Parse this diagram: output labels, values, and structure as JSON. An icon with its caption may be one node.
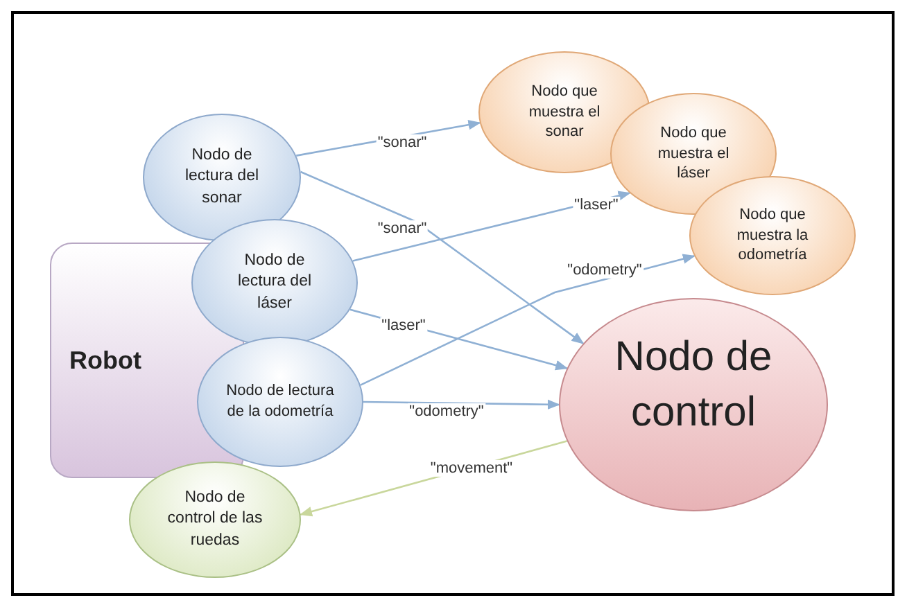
{
  "diagram": {
    "nodes": [
      {
        "text": [
          "Robot"
        ]
      },
      {
        "text": [
          "Nodo de lectura del sonar"
        ]
      },
      {
        "text": [
          "Nodo de lectura del láser"
        ]
      },
      {
        "text": [
          "Nodo de lectura de la odometría"
        ]
      },
      {
        "text": [
          "Nodo de control de las ruedas"
        ]
      },
      {
        "text": [
          "Nodo que muestra el sonar"
        ]
      },
      {
        "text": [
          "Nodo que muestra el láser"
        ]
      },
      {
        "text": [
          "Nodo que muestra la odometría"
        ]
      },
      {
        "text": [
          "Nodo de control"
        ]
      }
    ],
    "edges": [
      {
        "from": 1,
        "to": 5,
        "arrow": "to",
        "label": "\"sonar\""
      },
      {
        "from": 1,
        "to": 8,
        "arrow": "to",
        "label": "\"sonar\""
      },
      {
        "from": 2,
        "to": 6,
        "arrow": "to",
        "label": "\"laser\""
      },
      {
        "from": 2,
        "to": 8,
        "arrow": "to",
        "label": "\"laser\""
      },
      {
        "from": 3,
        "to": 7,
        "arrow": "to",
        "label": "\"odometry\""
      },
      {
        "from": 3,
        "to": 8,
        "arrow": "to",
        "label": "\"odometry\""
      },
      {
        "from": 8,
        "to": 4,
        "arrow": "to",
        "label": "\"movement\"",
        "color": "#c9d79c"
      }
    ]
  }
}
